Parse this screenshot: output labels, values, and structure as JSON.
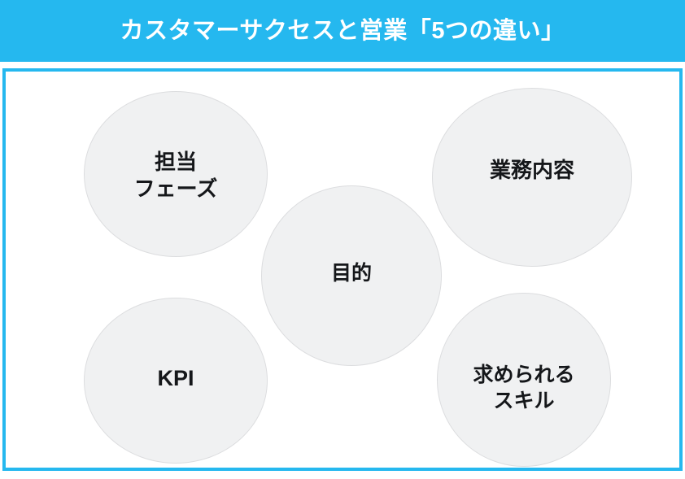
{
  "header": {
    "title": "カスタマーサクセスと営業「5つの違い」",
    "background_color": "#25b8ef",
    "text_color": "#ffffff"
  },
  "frame": {
    "border_color": "#25b8ef",
    "background_color": "#ffffff"
  },
  "diagram": {
    "type": "bubble-cluster",
    "bubble_fill": "#f0f1f2",
    "bubble_border": "#dcdddf",
    "bubble_text_color": "#15171a",
    "count": 5,
    "bubbles": [
      {
        "id": "phase",
        "label": "担当\nフェーズ",
        "position": "top-left"
      },
      {
        "id": "tasks",
        "label": "業務内容",
        "position": "top-right"
      },
      {
        "id": "goal",
        "label": "目的",
        "position": "center"
      },
      {
        "id": "kpi",
        "label": "KPI",
        "position": "bottom-left"
      },
      {
        "id": "skill",
        "label": "求められる\nスキル",
        "position": "bottom-right"
      }
    ]
  }
}
